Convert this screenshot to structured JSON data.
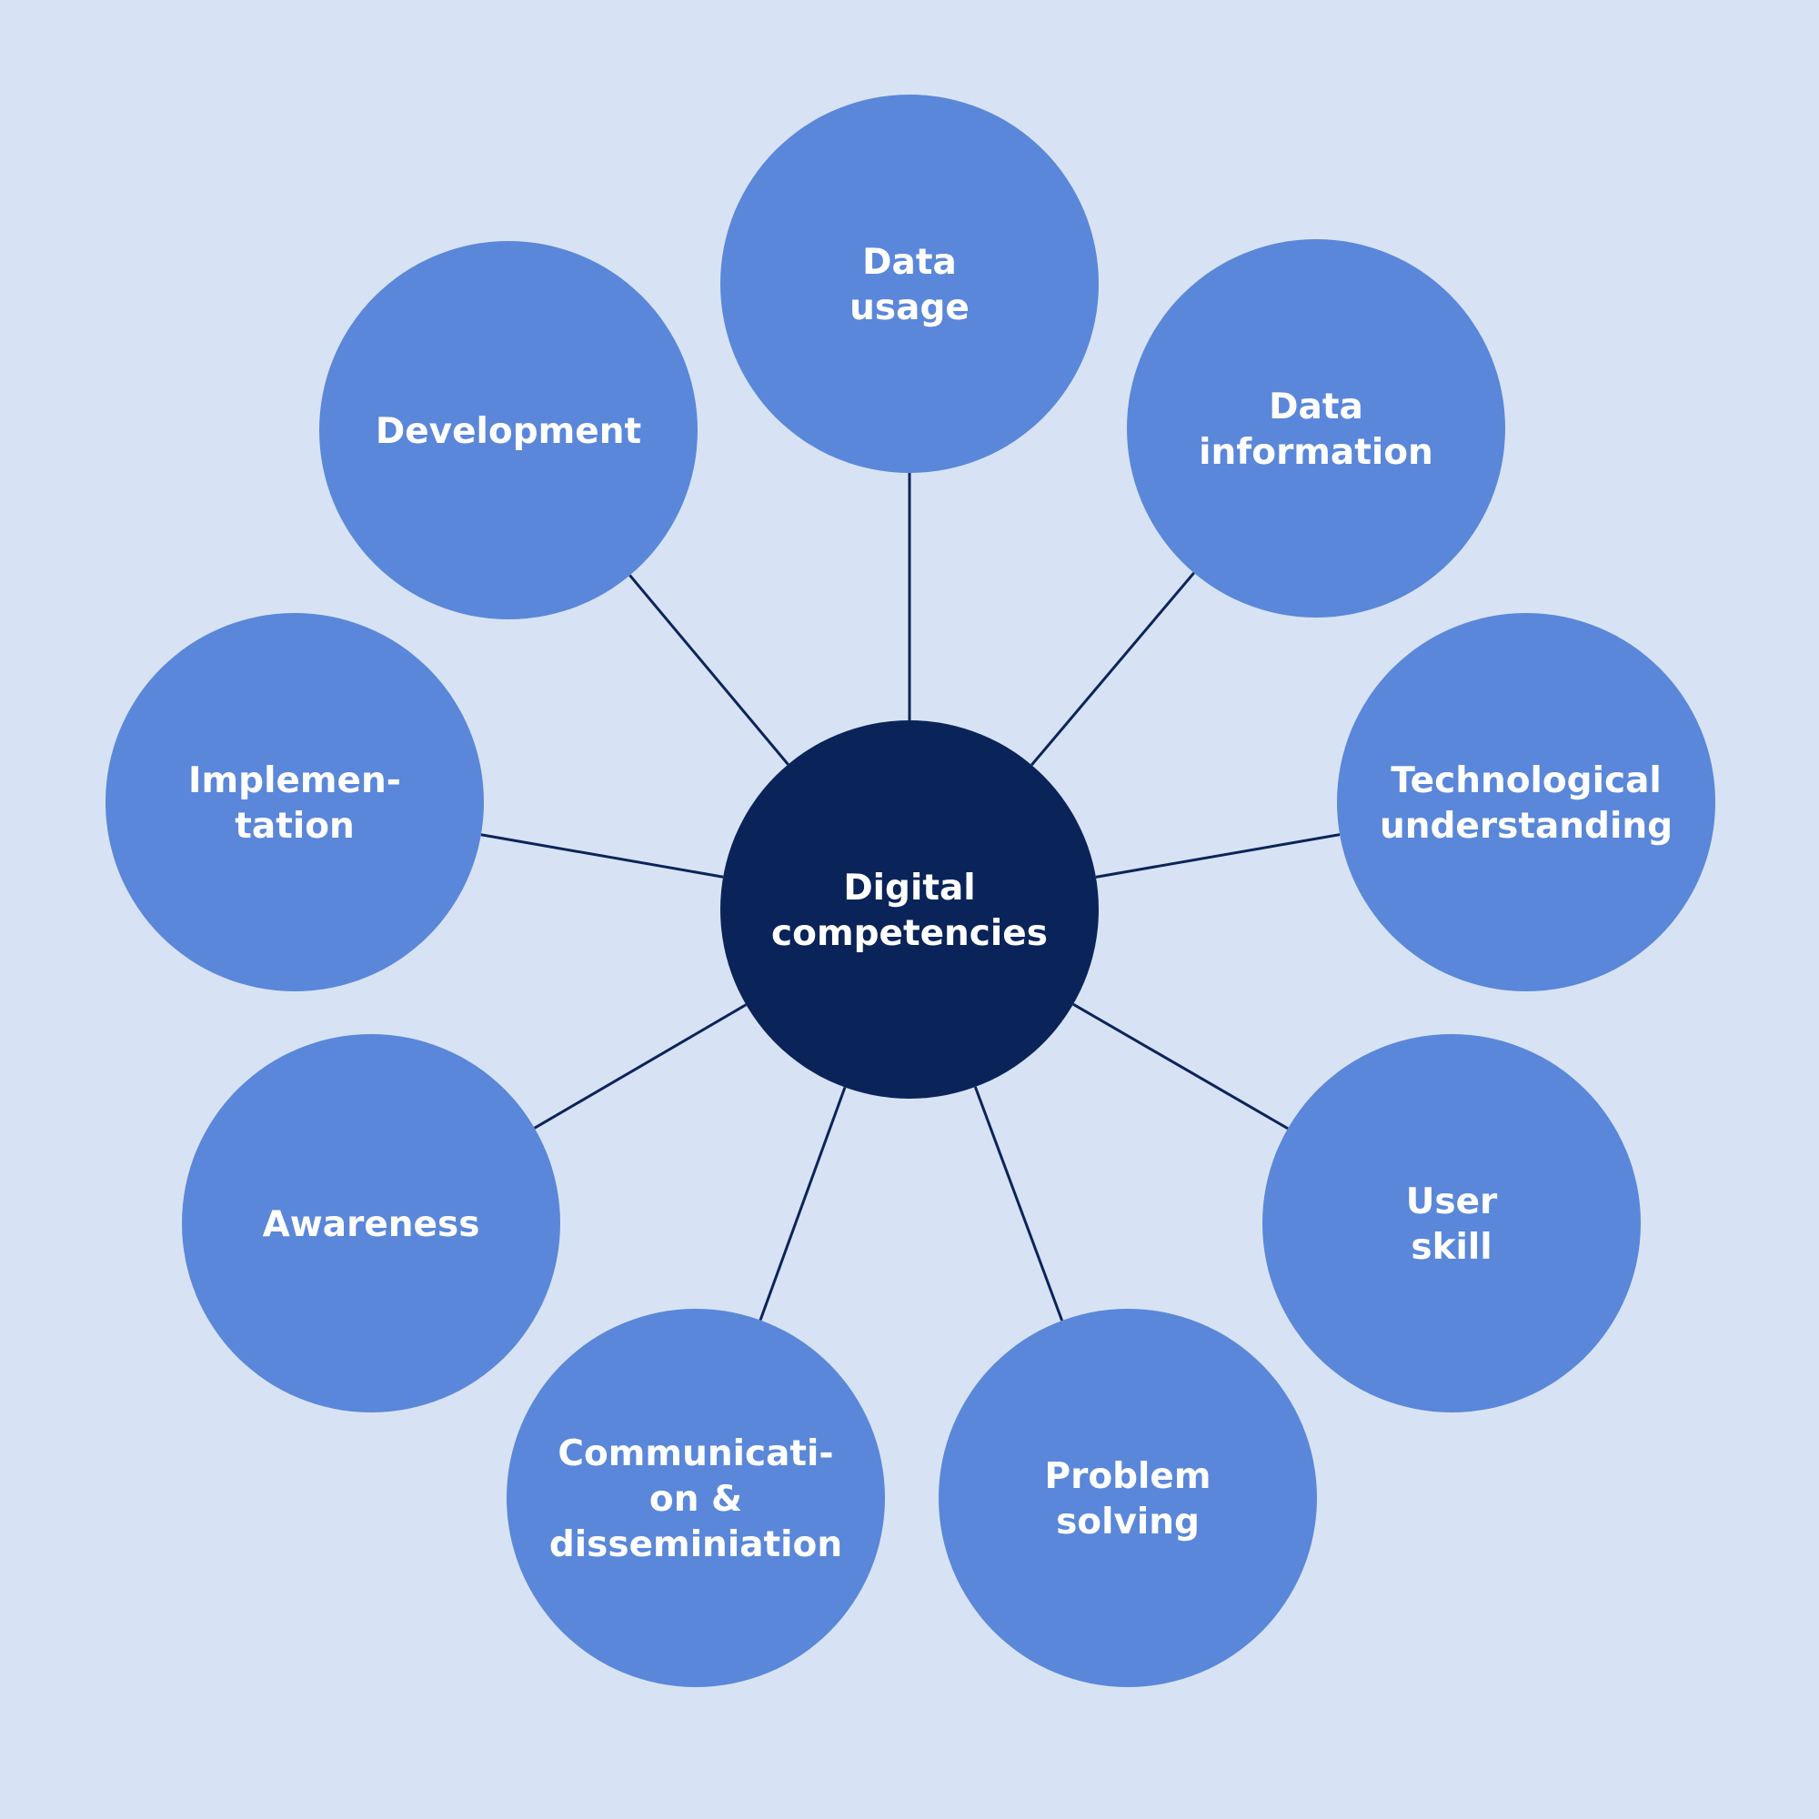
{
  "colors": {
    "background": "#d7e3f5",
    "node_fill": "#5a87d9",
    "center_fill": "#0a2459",
    "connector": "#0b2459",
    "label": "#ffffff"
  },
  "center": {
    "lines": [
      "Digital",
      "competencies"
    ]
  },
  "nodes": [
    {
      "id": "data-usage",
      "lines": [
        "Data",
        "usage"
      ]
    },
    {
      "id": "data-information",
      "lines": [
        "Data",
        "information"
      ]
    },
    {
      "id": "technological-understanding",
      "lines": [
        "Technological",
        "understanding"
      ]
    },
    {
      "id": "user-skill",
      "lines": [
        "User",
        "skill"
      ]
    },
    {
      "id": "problem-solving",
      "lines": [
        "Problem",
        "solving"
      ]
    },
    {
      "id": "communication-dissemination",
      "lines": [
        "Communicati-",
        "on &",
        "disseminiation"
      ]
    },
    {
      "id": "awareness",
      "lines": [
        "Awareness"
      ]
    },
    {
      "id": "implementation",
      "lines": [
        "Implemen-",
        "tation"
      ]
    },
    {
      "id": "development",
      "lines": [
        "Development"
      ]
    }
  ]
}
